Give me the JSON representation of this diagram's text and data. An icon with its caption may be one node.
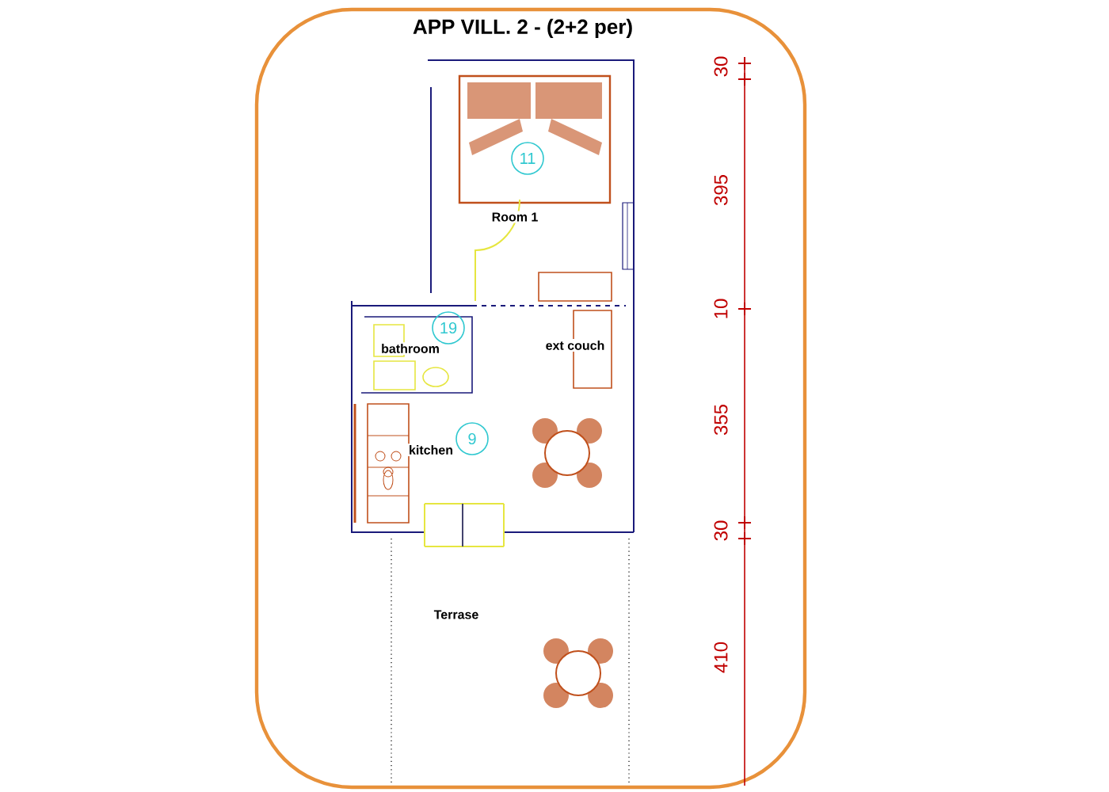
{
  "diagram": {
    "title": "APP VILL. 2 - (2+2 per)",
    "nodes": [
      {
        "text": [
          "11"
        ]
      },
      {
        "text": [
          "19"
        ]
      },
      {
        "text": [
          "9"
        ]
      }
    ],
    "edges": [],
    "labels": [
      "Room 1",
      "bathroom",
      "ext couch",
      "kitchen",
      "Terrase",
      "30",
      "395",
      "10",
      "355",
      "30",
      "410"
    ]
  }
}
